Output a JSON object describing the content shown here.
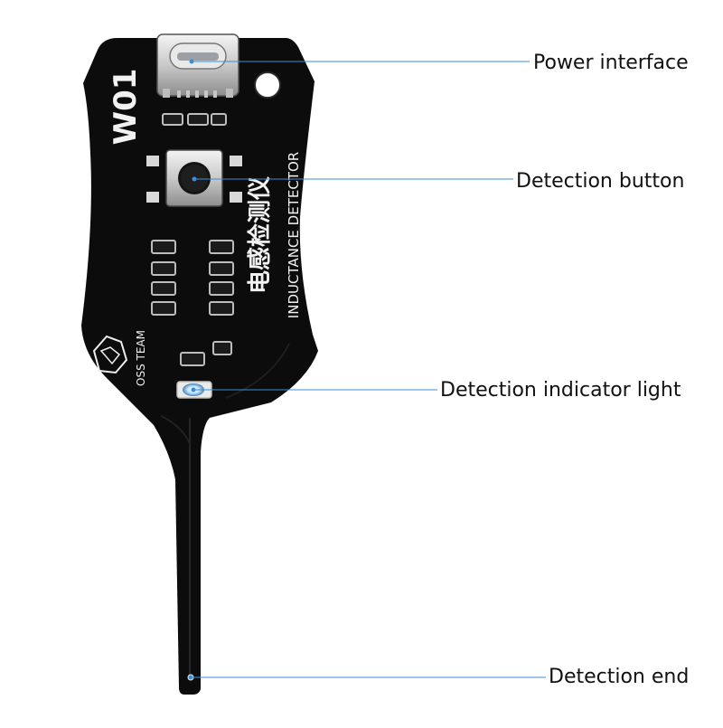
{
  "product": {
    "model": "W01",
    "name_cn": "电感检测仪",
    "name_en": "INDUCTANCE DETECTOR",
    "brand": "OSS TEAM"
  },
  "callouts": {
    "power": "Power interface",
    "button": "Detection button",
    "indicator": "Detection indicator light",
    "end": "Detection end"
  },
  "colors": {
    "board": "#0c0c0c",
    "leader_line": "#3a8fd6",
    "label": "#111111",
    "indicator_led": "#bfe3ff"
  }
}
